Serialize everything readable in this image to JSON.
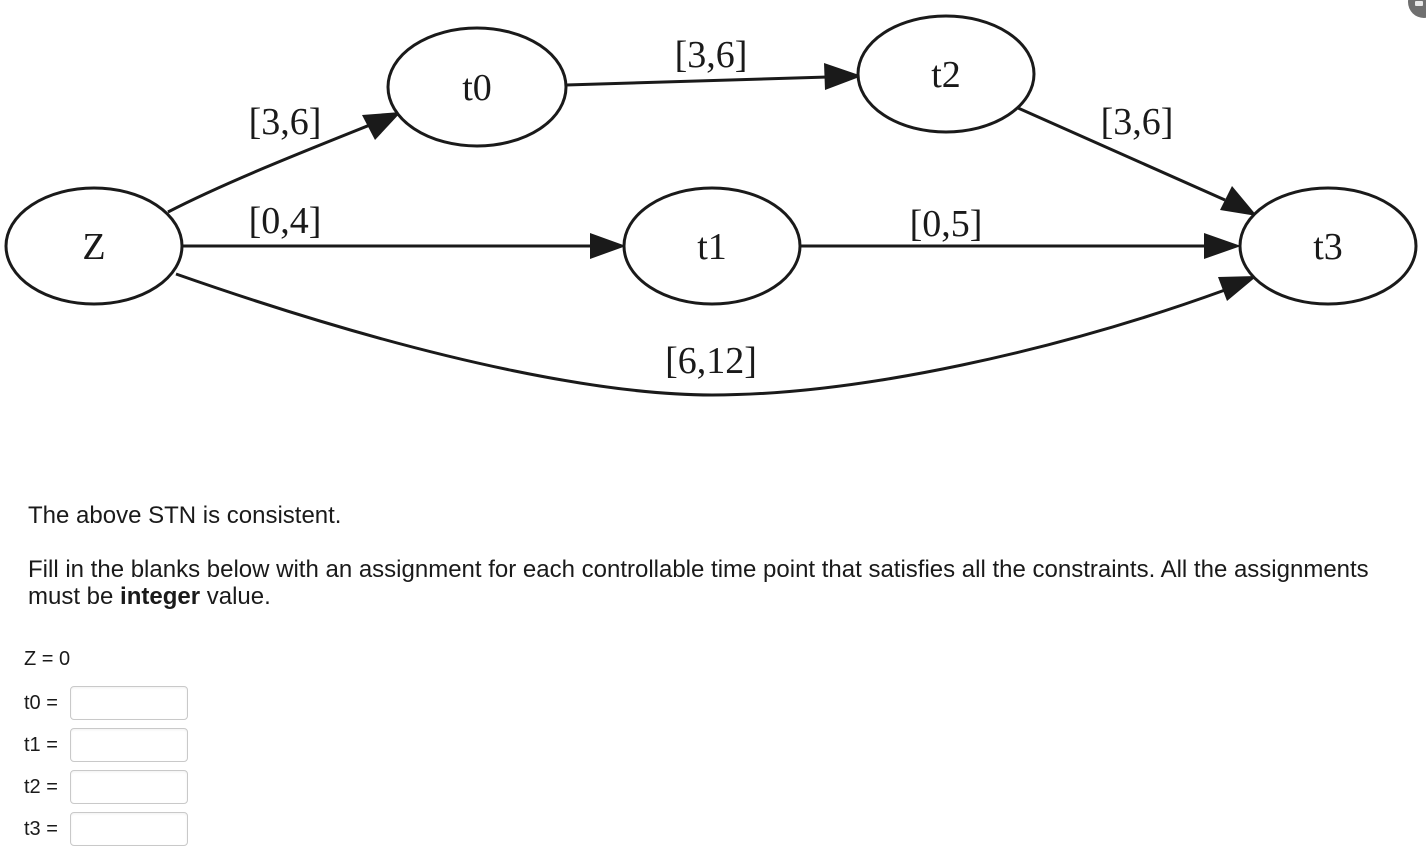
{
  "diagram": {
    "nodes": [
      {
        "id": "Z",
        "label": "Z"
      },
      {
        "id": "t0",
        "label": "t0"
      },
      {
        "id": "t1",
        "label": "t1"
      },
      {
        "id": "t2",
        "label": "t2"
      },
      {
        "id": "t3",
        "label": "t3"
      }
    ],
    "edges": [
      {
        "from": "Z",
        "to": "t0",
        "label": "[3,6]"
      },
      {
        "from": "Z",
        "to": "t1",
        "label": "[0,4]"
      },
      {
        "from": "t0",
        "to": "t2",
        "label": "[3,6]"
      },
      {
        "from": "t2",
        "to": "t3",
        "label": "[3,6]"
      },
      {
        "from": "t1",
        "to": "t3",
        "label": "[0,5]"
      },
      {
        "from": "Z",
        "to": "t3",
        "label": "[6,12]"
      }
    ]
  },
  "question": {
    "statement": "The above STN is consistent.",
    "instruction_before": "Fill in the blanks below with an assignment for each controllable time point that satisfies all the constraints. All the assignments must be ",
    "instruction_bold": "integer",
    "instruction_after": " value."
  },
  "answers": {
    "fixed": "Z = 0",
    "rows": [
      {
        "label": "t0 =",
        "value": ""
      },
      {
        "label": "t1 =",
        "value": ""
      },
      {
        "label": "t2 =",
        "value": ""
      },
      {
        "label": "t3 =",
        "value": ""
      }
    ]
  }
}
